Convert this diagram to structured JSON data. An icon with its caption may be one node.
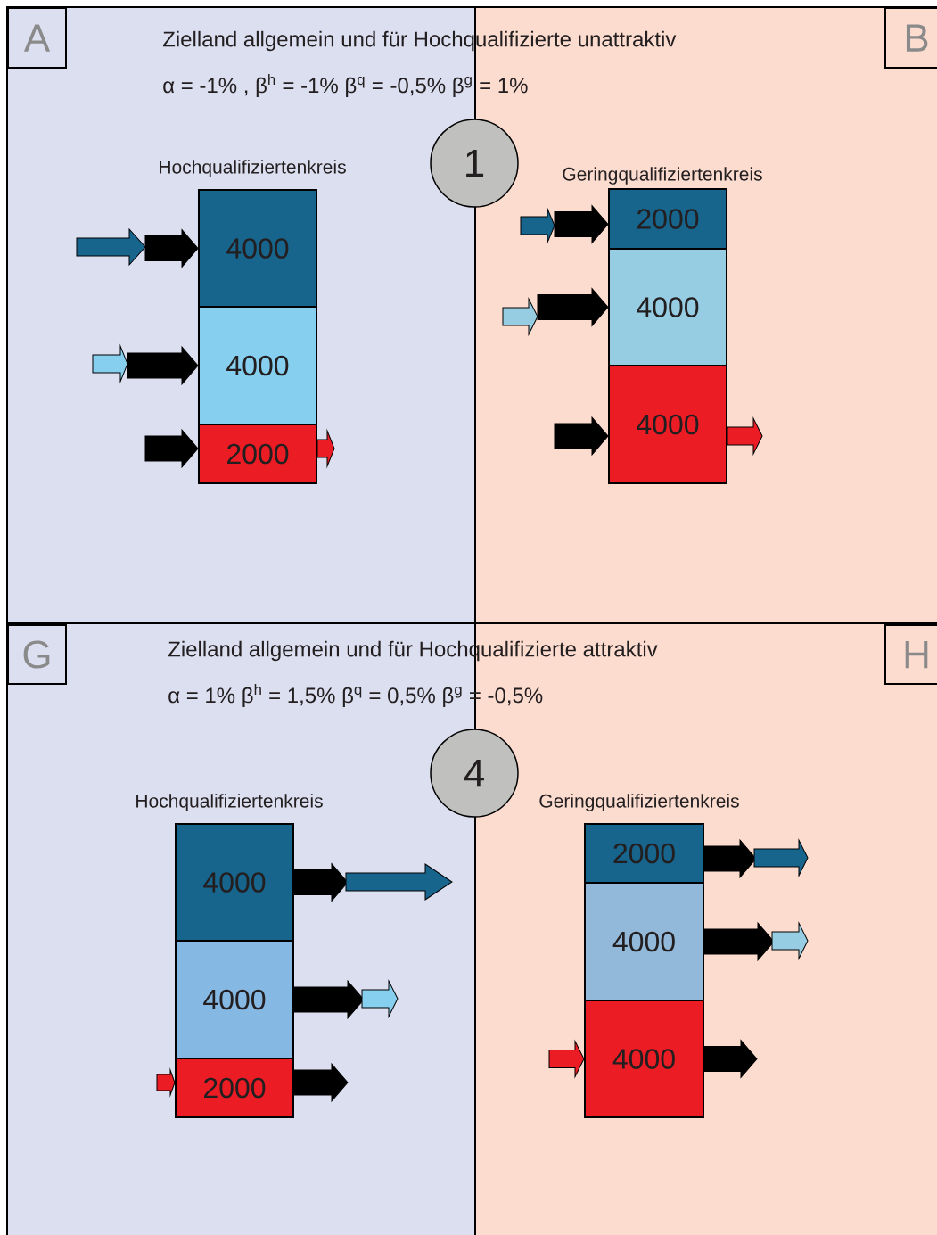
{
  "diagram": {
    "nodes": [
      {
        "text": [
          "A"
        ]
      },
      {
        "text": [
          "B"
        ]
      },
      {
        "text": [
          "1"
        ]
      },
      {
        "text": [
          "Hochqualifiziertenkreis"
        ]
      },
      {
        "text": [
          "4000"
        ],
        "in": 3
      },
      {
        "text": [
          "4000"
        ],
        "in": 3
      },
      {
        "text": [
          "2000"
        ],
        "in": 3
      },
      {
        "text": [
          "Geringqualifiziertenkreis"
        ]
      },
      {
        "text": [
          "2000"
        ],
        "in": 7
      },
      {
        "text": [
          "4000"
        ],
        "in": 7
      },
      {
        "text": [
          "4000"
        ],
        "in": 7
      },
      {
        "text": [
          "G"
        ]
      },
      {
        "text": [
          "H"
        ]
      },
      {
        "text": [
          "4"
        ]
      },
      {
        "text": [
          "Hochqualifiziertenkreis"
        ]
      },
      {
        "text": [
          "4000"
        ],
        "in": 14
      },
      {
        "text": [
          "4000"
        ],
        "in": 14
      },
      {
        "text": [
          "2000"
        ],
        "in": 14
      },
      {
        "text": [
          "Geringqualifiziertenkreis"
        ]
      },
      {
        "text": [
          "2000"
        ],
        "in": 18
      },
      {
        "text": [
          "4000"
        ],
        "in": 18
      },
      {
        "text": [
          "4000"
        ],
        "in": 18
      }
    ],
    "edges": [
      {
        "from": null,
        "to": 4,
        "arrow": "to"
      },
      {
        "from": null,
        "to": 5,
        "arrow": "to"
      },
      {
        "from": null,
        "to": 6,
        "arrow": "to"
      },
      {
        "from": 6,
        "to": null,
        "arrow": "to",
        "color": "#ec1c24"
      },
      {
        "from": null,
        "to": 8,
        "arrow": "to"
      },
      {
        "from": null,
        "to": 9,
        "arrow": "to"
      },
      {
        "from": null,
        "to": 10,
        "arrow": "to"
      },
      {
        "from": 10,
        "to": null,
        "arrow": "to",
        "color": "#ec1c24"
      },
      {
        "from": 15,
        "to": null,
        "arrow": "to"
      },
      {
        "from": 16,
        "to": null,
        "arrow": "to"
      },
      {
        "from": null,
        "to": 17,
        "arrow": "to",
        "color": "#ec1c24"
      },
      {
        "from": 17,
        "to": null,
        "arrow": "to"
      },
      {
        "from": 19,
        "to": null,
        "arrow": "to"
      },
      {
        "from": 20,
        "to": null,
        "arrow": "to"
      },
      {
        "from": null,
        "to": 21,
        "arrow": "to",
        "color": "#ec1c24"
      },
      {
        "from": 21,
        "to": null,
        "arrow": "to"
      }
    ],
    "labels": [
      "Zielland allgemein und für Hochqualifizierte unattraktiv",
      "α = -1% , β$^{h}$ = -1% β$^{q}$ = -0,5% β$^{g}$ = 1%",
      "Zielland allgemein und für Hochqualifizierte attraktiv",
      "α = 1% β$^{h}$ = 1,5% β$^{q}$ = 0,5% β$^{g}$ = -0,5%"
    ]
  }
}
